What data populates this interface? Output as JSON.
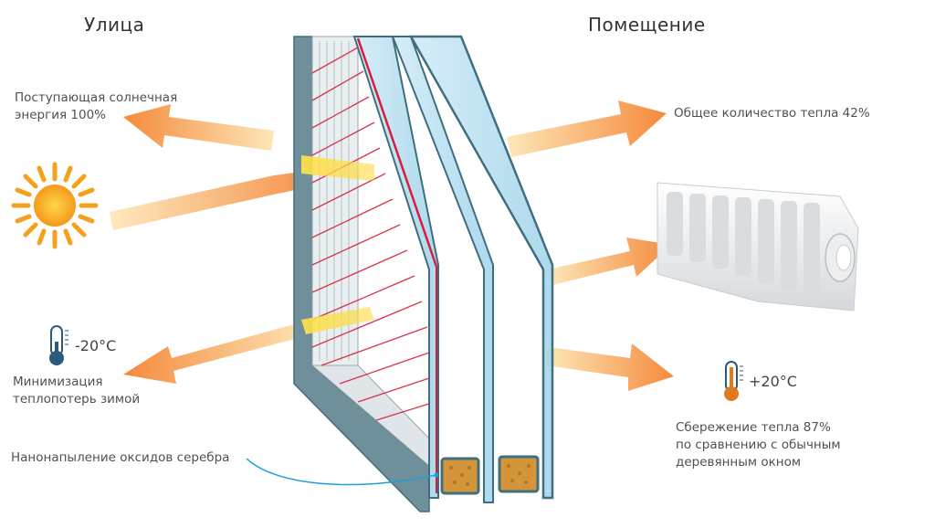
{
  "headers": {
    "outside": "Улица",
    "inside": "Помещение"
  },
  "labels": {
    "incoming_energy": "Поступающая солнечная\nэнергия 100%",
    "total_heat": "Общее количество тепла 42%",
    "outside_temp": "-20°C",
    "minimization": "Минимизация\nтеплопотерь зимой",
    "inside_temp": "+20°C",
    "savings": "Сбережение тепла 87%\nпо сравнению с обычным\nдеревянным окном",
    "coating": "Нанонапыление оксидов серебра"
  },
  "icons": [
    "sun-icon",
    "thermometer-cold-icon",
    "thermometer-warm-icon",
    "radiator-icon"
  ],
  "colors": {
    "arrow_start": "#f58a3c",
    "arrow_end": "#fbd79a",
    "sun": "#f6a11e",
    "glass": "#a9d8ee",
    "frame": "#3f6f7f",
    "coating_line": "#d81e3c",
    "callout": "#1aa0d8",
    "spacer": "#d4943a"
  }
}
